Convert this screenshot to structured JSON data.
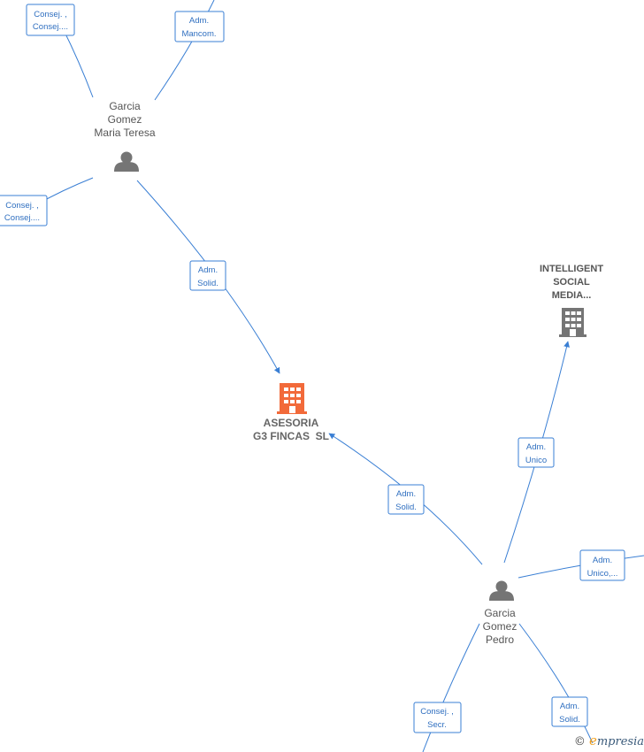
{
  "colors": {
    "edge": "#3a7fd4",
    "person": "#757575",
    "company_main": "#f26a3a",
    "company": "#757575"
  },
  "people": [
    {
      "id": "garcia-gomez-maria-teresa",
      "name_lines": [
        "Garcia",
        "Gomez",
        "Maria Teresa"
      ]
    },
    {
      "id": "garcia-gomez-pedro",
      "name_lines": [
        "Garcia",
        "Gomez",
        "Pedro"
      ]
    }
  ],
  "companies": [
    {
      "id": "asesoria-g3-fincas",
      "name_lines": [
        "ASESORIA",
        "G3 FINCAS  SL"
      ],
      "main": true
    },
    {
      "id": "intelligent-social-media",
      "name_lines": [
        "INTELLIGENT",
        "SOCIAL",
        "MEDIA..."
      ],
      "main": false
    }
  ],
  "relations": [
    {
      "id": "rel-consej-top-left",
      "lines": [
        "Consej. ,",
        "Consej...."
      ]
    },
    {
      "id": "rel-adm-mancom",
      "lines": [
        "Adm.",
        "Mancom."
      ]
    },
    {
      "id": "rel-consej-left",
      "lines": [
        "Consej. ,",
        "Consej...."
      ]
    },
    {
      "id": "rel-adm-solid-maria",
      "lines": [
        "Adm.",
        "Solid."
      ]
    },
    {
      "id": "rel-adm-unico",
      "lines": [
        "Adm.",
        "Unico"
      ]
    },
    {
      "id": "rel-adm-solid-pedro",
      "lines": [
        "Adm.",
        "Solid."
      ]
    },
    {
      "id": "rel-adm-unico-multi",
      "lines": [
        "Adm.",
        "Unico,..."
      ]
    },
    {
      "id": "rel-consej-secr",
      "lines": [
        "Consej. ,",
        "Secr."
      ]
    },
    {
      "id": "rel-adm-solid-bottom",
      "lines": [
        "Adm.",
        "Solid."
      ]
    }
  ],
  "watermark": {
    "copyright": "©",
    "brand_initial": "e",
    "brand_rest": "mpresia"
  }
}
